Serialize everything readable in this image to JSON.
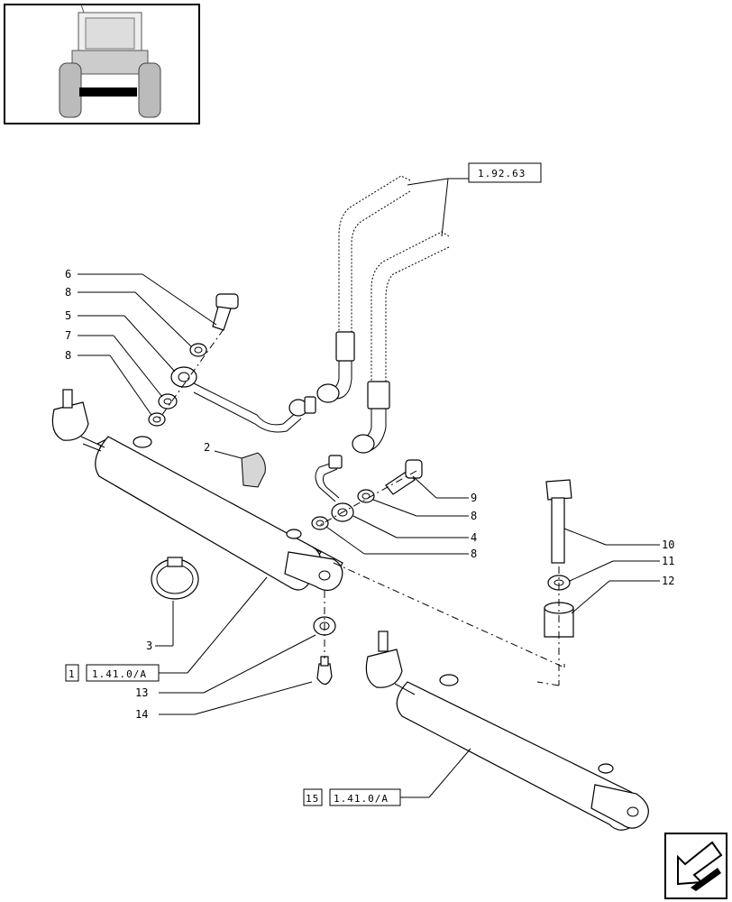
{
  "thumbnail": {
    "icon": "tractor-rear-view-icon"
  },
  "reference_box": {
    "label": "1.92.63"
  },
  "callouts": {
    "c6": "6",
    "c8a": "8",
    "c5": "5",
    "c7": "7",
    "c8b": "8",
    "c2": "2",
    "c9": "9",
    "c8c": "8",
    "c4": "4",
    "c8d": "8",
    "c10": "10",
    "c11": "11",
    "c12": "12",
    "c3": "3",
    "c13": "13",
    "c14": "14"
  },
  "refs": {
    "r1": {
      "num": "1",
      "code": "1.41.0/A"
    },
    "r15": {
      "num": "15",
      "code": "1.41.0/A"
    }
  },
  "nav": {
    "icon": "next-page-arrow-icon"
  }
}
